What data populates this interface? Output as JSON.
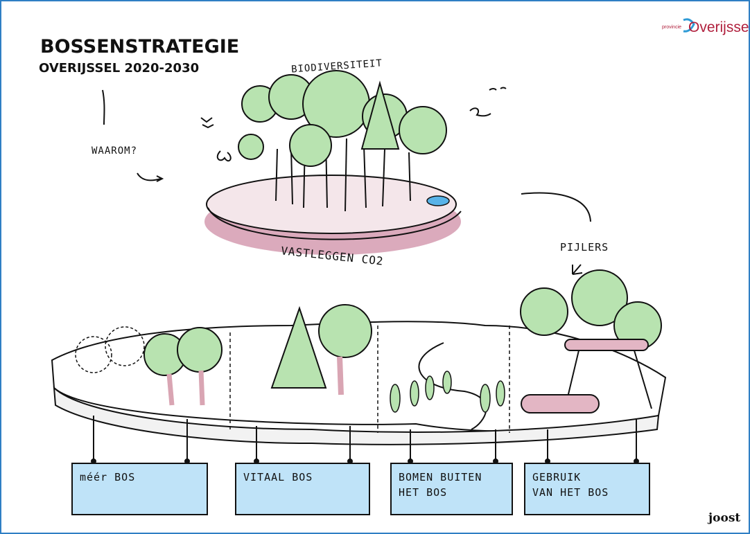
{
  "logo": {
    "small": "provincie",
    "name": "Overijssel"
  },
  "title": {
    "line1": "BOSSENSTRATEGIE",
    "line2": "OVERIJSSEL 2020-2030"
  },
  "annotations": {
    "why": "WAAROM?",
    "biodiversity": "BIODIVERSITEIT",
    "co2": "VASTLEGGEN CO2",
    "pillars": "PIJLERS"
  },
  "pillars": [
    {
      "label": "méér BOS"
    },
    {
      "label": "VITAAL BOS"
    },
    {
      "label": "BOMEN BUITEN\nHET BOS"
    },
    {
      "label": "GEBRUIK\nVAN HET BOS"
    }
  ],
  "signature": "joost",
  "colors": {
    "border": "#2f7fc4",
    "box": "#bfe3f8",
    "tree": "#b8e3b0",
    "trunk": "#d9a5b3",
    "ground": "#cf8ea6",
    "brand": "#b01f3c"
  }
}
